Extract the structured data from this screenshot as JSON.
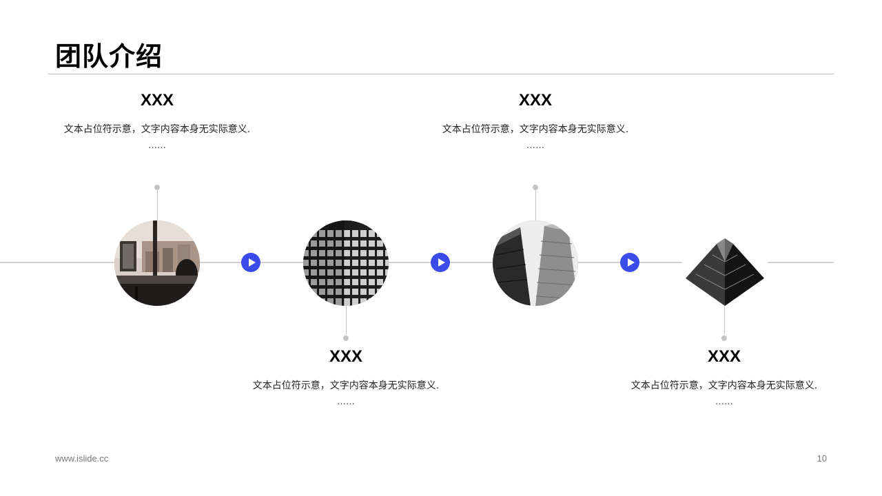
{
  "page": {
    "title": "团队介绍"
  },
  "members": [
    {
      "heading": "XXX",
      "description": "文本占位符示意，文字内容本身无实际意义.",
      "more": "……",
      "image_icon": "office-photo"
    },
    {
      "heading": "XXX",
      "description": "文本占位符示意，文字内容本身无实际意义.",
      "more": "……",
      "image_icon": "facade-photo"
    },
    {
      "heading": "XXX",
      "description": "文本占位符示意，文字内容本身无实际意义.",
      "more": "……",
      "image_icon": "skyscrapers-photo"
    },
    {
      "heading": "XXX",
      "description": "文本占位符示意，文字内容本身无实际意义.",
      "more": "……",
      "image_icon": "tower-photo"
    }
  ],
  "arrow_icon": "play-icon",
  "colors": {
    "accent": "#3b4bea",
    "line": "#cfcfcf"
  },
  "footer": {
    "url": "www.islide.cc",
    "page_number": "10"
  }
}
